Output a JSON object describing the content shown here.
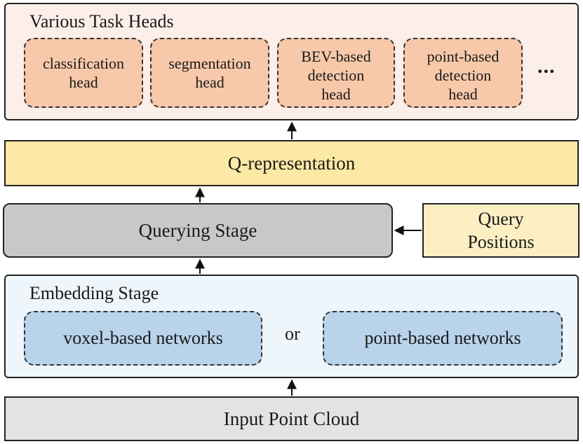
{
  "task_heads": {
    "title": "Various Task Heads",
    "heads": [
      {
        "lines": [
          "classification",
          "head"
        ]
      },
      {
        "lines": [
          "segmentation",
          "head"
        ]
      },
      {
        "lines": [
          "BEV-based",
          "detection",
          "head"
        ]
      },
      {
        "lines": [
          "point-based",
          "detection",
          "head"
        ]
      }
    ],
    "more": "..."
  },
  "q_representation": "Q-representation",
  "querying_stage": "Querying Stage",
  "query_positions": {
    "line1": "Query",
    "line2": "Positions"
  },
  "embedding": {
    "title": "Embedding Stage",
    "left_network": "voxel-based networks",
    "or": "or",
    "right_network": "point-based networks"
  },
  "input": "Input Point Cloud",
  "colors": {
    "task_panel": "#fcefe9",
    "task_head": "#f7c8aa",
    "q_representation": "#fce9a5",
    "querying_stage": "#c8c8c8",
    "query_positions": "#fdefc4",
    "embedding_panel": "#eef5fb",
    "network_box": "#b8d3ea",
    "input": "#e3e3e3"
  }
}
